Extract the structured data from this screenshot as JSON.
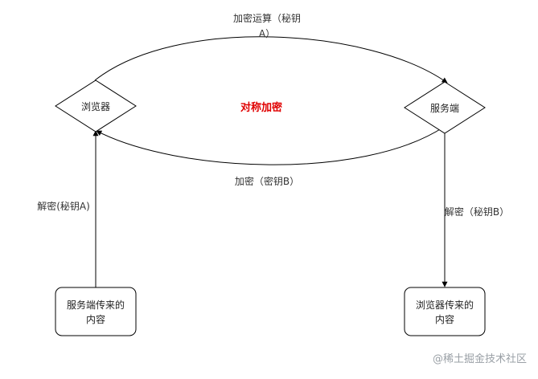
{
  "diagram": {
    "nodes": {
      "browser": "浏览器",
      "server": "服务端",
      "server_content_line1": "服务端传来的",
      "server_content_line2": "内容",
      "browser_content_line1": "浏览器传来的",
      "browser_content_line2": "内容"
    },
    "edges": {
      "top_label_line1": "加密运算（秘钥",
      "top_label_line2": "A）",
      "bottom_label": "加密（密钥B）",
      "left_label": "解密(秘钥A)",
      "right_label": "解密（秘钥B）"
    },
    "center_label": "对称加密",
    "center_label_color": "#e00000",
    "line_color": "#000000"
  },
  "watermark": {
    "text": "@稀土掘金技术社区"
  }
}
